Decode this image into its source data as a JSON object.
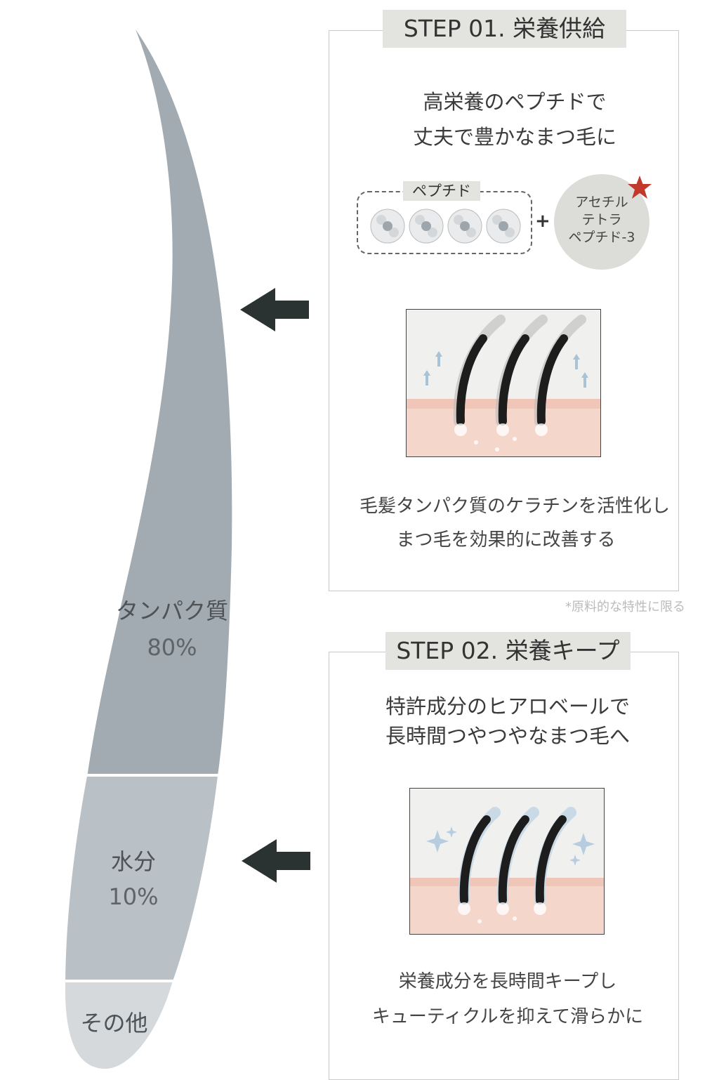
{
  "composition": {
    "protein": {
      "label": "タンパク質",
      "value": "80%"
    },
    "water": {
      "label": "水分",
      "value": "10%"
    },
    "other": {
      "label": "その他"
    }
  },
  "step1": {
    "title": "STEP 01. 栄養供給",
    "heading": [
      "高栄養のペプチドで",
      "丈夫で豊かなまつ毛に"
    ],
    "peptide_label": "ペプチド",
    "plus": "+",
    "ingredient": [
      "アセチル",
      "テトラ",
      "ペプチド-3"
    ],
    "caption": [
      "毛髪タンパク質のケラチンを活性化し",
      "まつ毛を効果的に改善する"
    ],
    "note": "*原料的な特性に限る"
  },
  "step2": {
    "title": "STEP 02. 栄養キープ",
    "heading": [
      "特許成分のヒアロベールで",
      "長時間つやつやなまつ毛へ"
    ],
    "caption": [
      "栄養成分を長時間キープし",
      "キューティクルを抑えて滑らかに"
    ]
  },
  "colors": {
    "protein": "#a3abb2",
    "water": "#b9c0c6",
    "other": "#d6d9dc",
    "arrow": "#2b3232",
    "star": "#c0392b"
  }
}
